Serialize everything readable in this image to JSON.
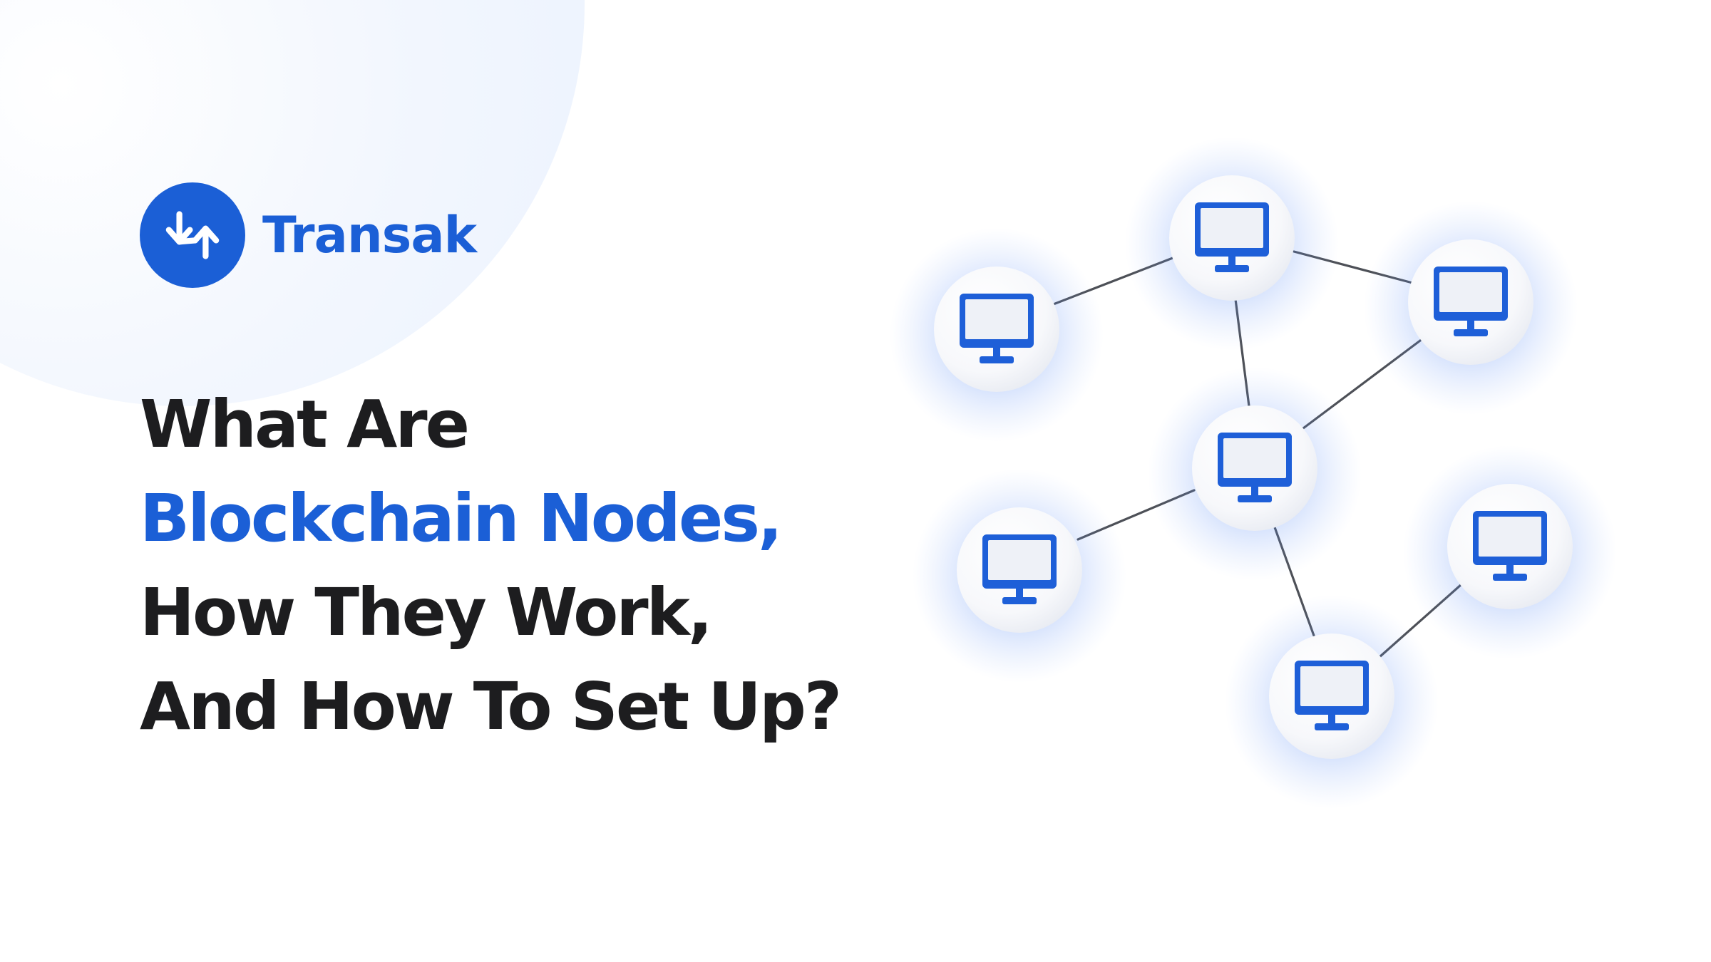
{
  "brand": {
    "name": "Transak",
    "logo_icon": "transak-arrows-icon"
  },
  "headline": {
    "line1": "What Are",
    "line2": "Blockchain Nodes,",
    "line3": "How They Work,",
    "line4": "And How To Set Up?"
  },
  "colors": {
    "brand_blue": "#1b5fd6",
    "heading_dark": "#1d1d1f",
    "monitor_blue": "#1e5fd8",
    "edge_gray": "#4d5057"
  },
  "network": {
    "node_icon": "monitor-icon",
    "node_count": 7,
    "edge_count": 7
  }
}
